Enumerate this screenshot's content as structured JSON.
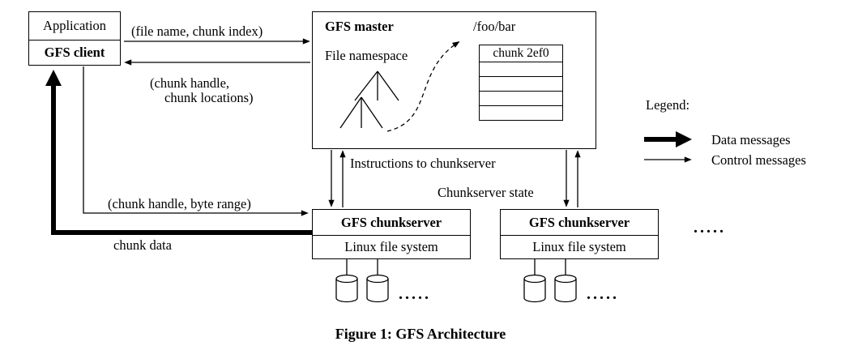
{
  "caption": "Figure 1: GFS Architecture",
  "client": {
    "application": "Application",
    "gfs_client": "GFS client"
  },
  "master": {
    "title": "GFS master",
    "file_namespace": "File namespace",
    "path": "/foo/bar",
    "chunk_cell": "chunk 2ef0"
  },
  "chunkservers": [
    {
      "title": "GFS chunkserver",
      "filesystem": "Linux file system"
    },
    {
      "title": "GFS chunkserver",
      "filesystem": "Linux file system"
    }
  ],
  "labels": {
    "request": "(file name, chunk index)",
    "response_line1": "(chunk handle,",
    "response_line2": "chunk locations)",
    "instructions": "Instructions to chunkserver",
    "state": "Chunkserver state",
    "read_request": "(chunk handle, byte range)",
    "chunk_data": "chunk data",
    "ellipsis": "....."
  },
  "legend": {
    "title": "Legend:",
    "data_messages": "Data messages",
    "control_messages": "Control messages"
  }
}
